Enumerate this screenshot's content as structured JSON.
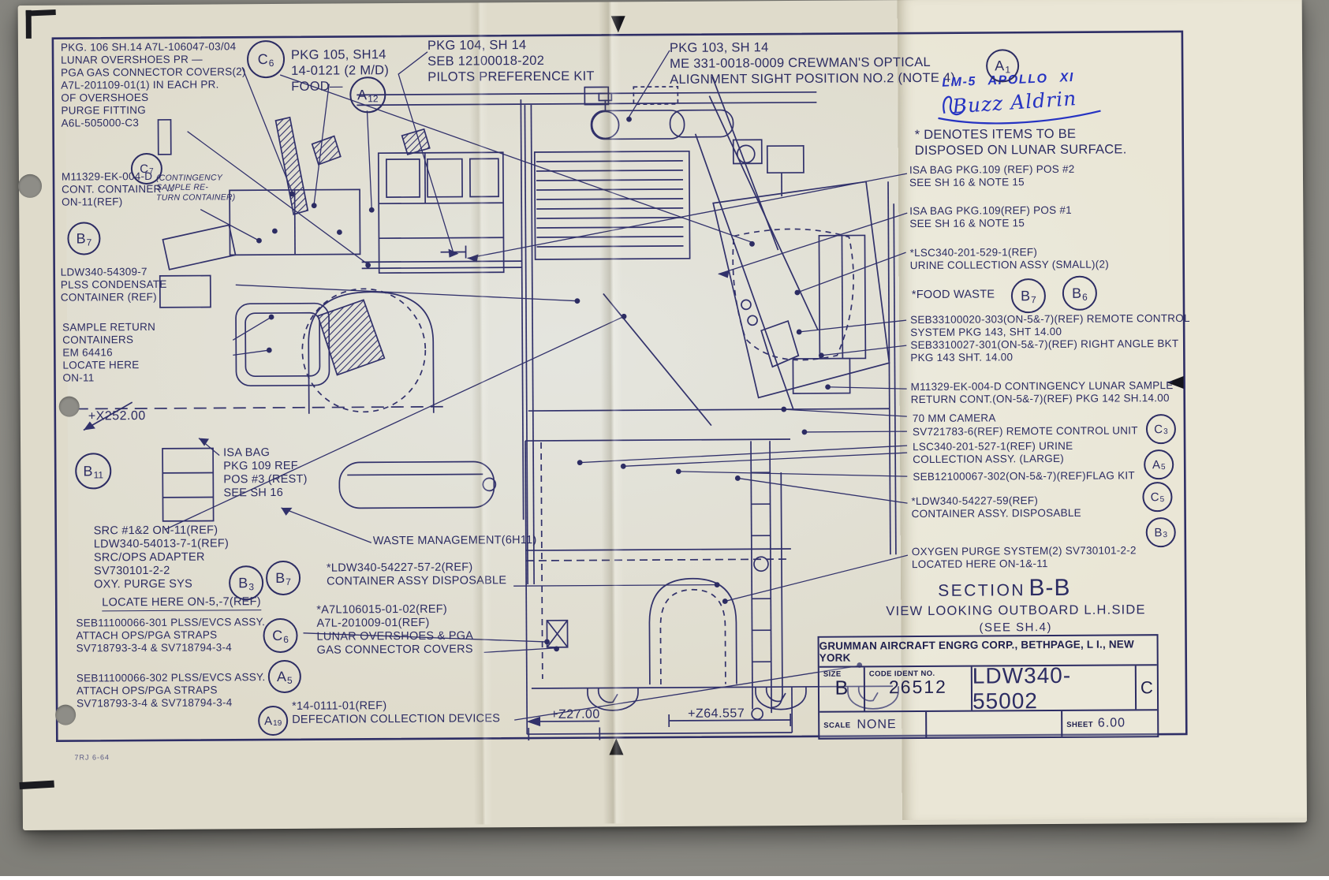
{
  "labels": {
    "pkg106": "PKG. 106 SH.14 A7L-106047-03/04\nLUNAR OVERSHOES PR —\nPGA GAS CONNECTOR COVERS(2)\nA7L-201109-01(1) IN EACH PR.\nOF OVERSHOES\nPURGE FITTING\nA6L-505000-C3",
    "pkg105": "PKG 105, SH14\n14-0121 (2 M/D)\nFOOD—",
    "pkg104": "PKG 104, SH 14\nSEB 12100018-202\nPILOTS PREFERENCE KIT",
    "pkg103": "PKG 103, SH 14\nME 331-0018-0009 CREWMAN'S OPTICAL\nALIGNMENT SIGHT  POSITION NO.2 (NOTE 4)",
    "m11329_left": "M11329-EK-004-D\nCONT. CONTAINER ↔\nON-11(REF)",
    "cont_sample_note": "(CONTINGENCY\nSAMPLE RE-\nTURN CONTAINER)",
    "plss_condensate": "LDW340-54309-7\nPLSS CONDENSATE\nCONTAINER (REF)",
    "sample_return": "SAMPLE RETURN\nCONTAINERS\nEM 64416\nLOCATE HERE\nON-11",
    "isa_pos3": "ISA BAG\nPKG 109 REF\nPOS #3 (REST)\nSEE SH 16",
    "src_block": "SRC #1&2 ON-11(REF)\nLDW340-54013-7-1(REF)\nSRC/OPS ADAPTER\nSV730101-2-2\nOXY. PURGE SYS",
    "locate_line": "LOCATE HERE ON-5,-7(REF)",
    "seb301": "SEB11100066-301 PLSS/EVCS ASSY.\nATTACH OPS/PGA STRAPS\nSV718793-3-4 & SV718794-3-4",
    "seb302": "SEB11100066-302 PLSS/EVCS ASSY.\nATTACH OPS/PGA STRAPS\nSV718793-3-4 & SV718794-3-4",
    "defecation": "*14-0111-01(REF)\nDEFECATION COLLECTION DEVICES",
    "waste_mgmt": "WASTE MANAGEMENT(6H11)",
    "container_57": "*LDW340-54227-57-2(REF)\nCONTAINER ASSY DISPOSABLE",
    "overshoes_ref": "*A7L106015-01-02(REF)\nA7L-201009-01(REF)\nLUNAR OVERSHOES & PGA\nGAS CONNECTOR COVERS",
    "denotes": "* DENOTES ITEMS TO BE\nDISPOSED ON LUNAR SURFACE.",
    "isa_pos2": "ISA BAG PKG.109 (REF) POS #2\nSEE SH 16 & NOTE 15",
    "isa_pos1": "ISA BAG PKG.109(REF) POS #1\nSEE SH 16 & NOTE 15",
    "urine_small": "*LSC340-201-529-1(REF)\nURINE COLLECTION ASSY (SMALL)(2)",
    "food_waste": "*FOOD WASTE",
    "remote_control": "SEB33100020-303(ON-5&-7)(REF) REMOTE CONTROL\nSYSTEM PKG 143, SHT 14.00\nSEB3310027-301(ON-5&-7)(REF) RIGHT ANGLE BKT\nPKG 143 SHT. 14.00",
    "contingency_right": "M11329-EK-004-D CONTINGENCY LUNAR SAMPLE\nRETURN CONT.(ON-5&-7)(REF) PKG 142 SH.14.00",
    "camera_70mm": "70 MM CAMERA",
    "remote_unit": "SV721783-6(REF) REMOTE CONTROL UNIT",
    "urine_large": "LSC340-201-527-1(REF) URINE\nCOLLECTION ASSY. (LARGE)",
    "flag_kit": "SEB12100067-302(ON-5&-7)(REF)FLAG KIT",
    "container_59": "*LDW340-54227-59(REF)\nCONTAINER ASSY. DISPOSABLE",
    "oxygen_purge": "OXYGEN PURGE SYSTEM(2) SV730101-2-2\nLOCATED HERE ON-1&-11"
  },
  "handwriting": {
    "line1": "LM-5 APOLLO XI",
    "signature": "Buzz Aldrin"
  },
  "section": {
    "word": "SECTION",
    "name": "B-B",
    "view1": "VIEW LOOKING OUTBOARD L.H.SIDE",
    "view2": "(SEE SH.4)"
  },
  "dimensions": {
    "x": "+X252.00",
    "z1": "+Z27.00",
    "z2": "+Z64.557"
  },
  "callouts": {
    "c6a": {
      "letter": "C",
      "num": "6"
    },
    "a12": {
      "letter": "A",
      "num": "12"
    },
    "c7": {
      "letter": "C",
      "num": "7"
    },
    "b7a": {
      "letter": "B",
      "num": "7"
    },
    "b11": {
      "letter": "B",
      "num": "11"
    },
    "b3a": {
      "letter": "B",
      "num": "3"
    },
    "b7b": {
      "letter": "B",
      "num": "7"
    },
    "c6b": {
      "letter": "C",
      "num": "6"
    },
    "a5a": {
      "letter": "A",
      "num": "5"
    },
    "a19": {
      "letter": "A",
      "num": "19"
    },
    "a1": {
      "letter": "A",
      "num": "1"
    },
    "b7c": {
      "letter": "B",
      "num": "7"
    },
    "b6": {
      "letter": "B",
      "num": "6"
    },
    "c3": {
      "letter": "C",
      "num": "3"
    },
    "a5b": {
      "letter": "A",
      "num": "5"
    },
    "c5": {
      "letter": "C",
      "num": "5"
    },
    "b3b": {
      "letter": "B",
      "num": "3"
    }
  },
  "title_block": {
    "company": "GRUMMAN AIRCRAFT ENGRG CORP., BETHPAGE, L I., NEW YORK",
    "size_label": "SIZE",
    "size_value": "B",
    "code_label": "CODE IDENT NO.",
    "code_value": "26512",
    "drawing_number": "LDW340-55002",
    "revision": "C",
    "scale_label": "SCALE",
    "scale_value": "NONE",
    "sheet_label": "SHEET",
    "sheet_value": "6.00"
  },
  "stamp": "7RJ 6-64"
}
